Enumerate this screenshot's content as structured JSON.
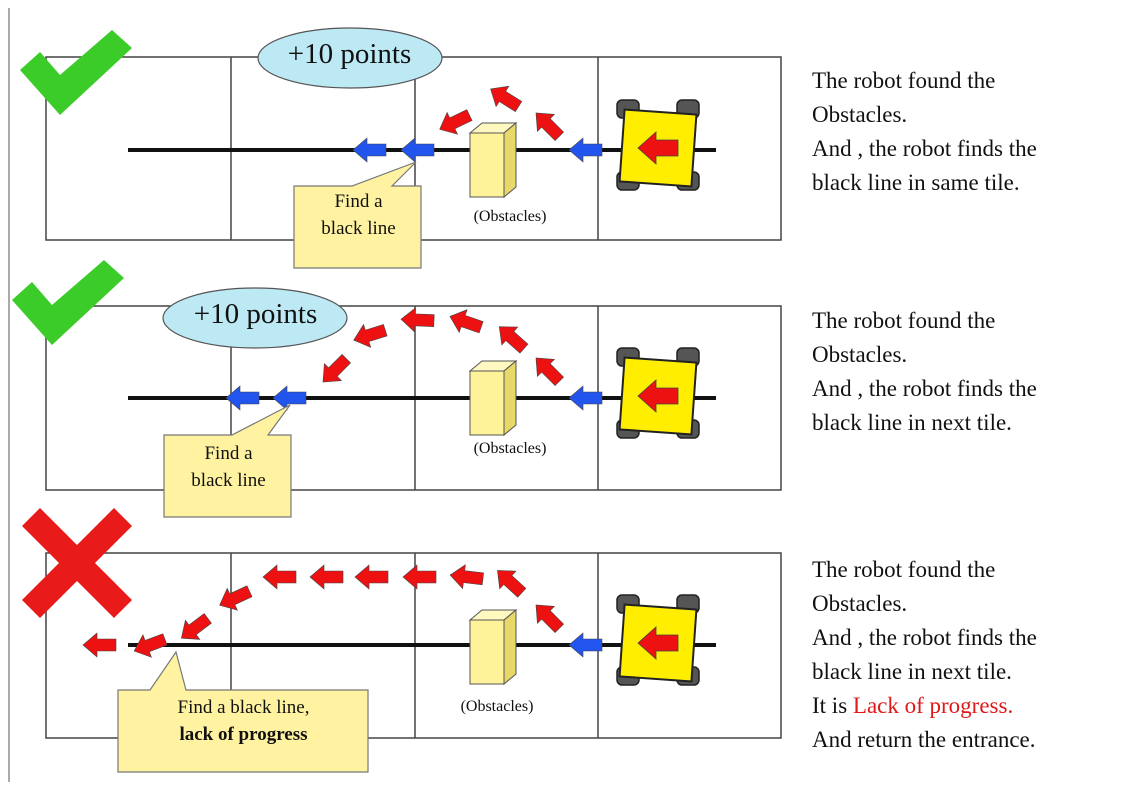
{
  "scenarios": [
    {
      "result": "success",
      "result_icon": "green-check-icon",
      "points_label": "+10 points",
      "obstacle_label": "(Obstacles)",
      "callout_lines": [
        "Find a",
        "black line"
      ],
      "description": [
        "The robot found the",
        "Obstacles.",
        "And , the robot finds the",
        "black line in same tile."
      ]
    },
    {
      "result": "success",
      "result_icon": "green-check-icon",
      "points_label": "+10 points",
      "obstacle_label": "(Obstacles)",
      "callout_lines": [
        "Find a",
        "black line"
      ],
      "description": [
        "The robot found the",
        "Obstacles.",
        "And , the robot finds the",
        "black line in next tile."
      ]
    },
    {
      "result": "failure",
      "result_icon": "red-cross-icon",
      "obstacle_label": "(Obstacles)",
      "callout_lines": [
        "Find a black line,",
        "lack of progress"
      ],
      "description": [
        "The robot found the",
        "Obstacles.",
        "And , the robot finds the",
        "black line in next tile."
      ],
      "description_extra": {
        "prefix": "It is ",
        "highlight": "Lack of progress.",
        "last": "And return the entrance."
      }
    }
  ],
  "colors": {
    "success": "#3ccc2a",
    "failure": "#e81a1a",
    "path_arrow": "#ee1111",
    "line_arrow": "#2255ee",
    "robot_body": "#ffee00",
    "callout": "#fff2a0",
    "points_ellipse": "#bde9f4",
    "obstacle": "#fff39a"
  }
}
